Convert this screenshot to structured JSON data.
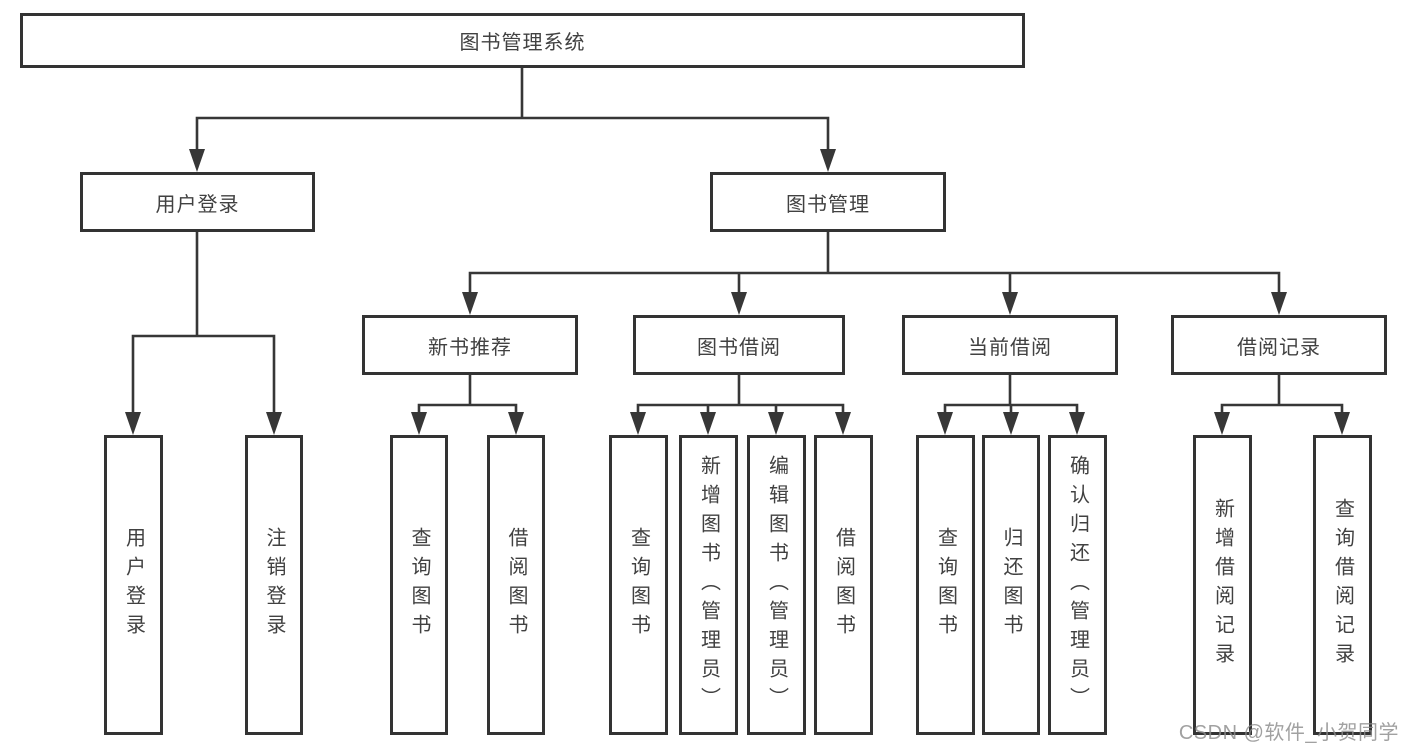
{
  "diagram": {
    "title_note": "library management system feature tree",
    "root": "图书管理系统",
    "level2": [
      {
        "label": "用户登录"
      },
      {
        "label": "图书管理"
      }
    ],
    "level3": [
      {
        "label": "新书推荐",
        "parent": "图书管理"
      },
      {
        "label": "图书借阅",
        "parent": "图书管理"
      },
      {
        "label": "当前借阅",
        "parent": "图书管理"
      },
      {
        "label": "借阅记录",
        "parent": "图书管理"
      }
    ],
    "leaves": [
      {
        "label": "用户登录",
        "parent": "用户登录"
      },
      {
        "label": "注销登录",
        "parent": "用户登录"
      },
      {
        "label": "查询图书",
        "parent": "新书推荐"
      },
      {
        "label": "借阅图书",
        "parent": "新书推荐"
      },
      {
        "label": "查询图书",
        "parent": "图书借阅"
      },
      {
        "label": "新增图书（管理员）",
        "parent": "图书借阅"
      },
      {
        "label": "编辑图书（管理员）",
        "parent": "图书借阅"
      },
      {
        "label": "借阅图书",
        "parent": "图书借阅"
      },
      {
        "label": "查询图书",
        "parent": "当前借阅"
      },
      {
        "label": "归还图书",
        "parent": "当前借阅"
      },
      {
        "label": "确认归还（管理员）",
        "parent": "当前借阅"
      },
      {
        "label": "新增借阅记录",
        "parent": "借阅记录"
      },
      {
        "label": "查询借阅记录",
        "parent": "借阅记录"
      }
    ],
    "colors": {
      "line": "#373737",
      "border": "#333333",
      "text": "#414141",
      "background": "#ffffff"
    }
  },
  "watermark": "CSDN @软件_小贺同学"
}
